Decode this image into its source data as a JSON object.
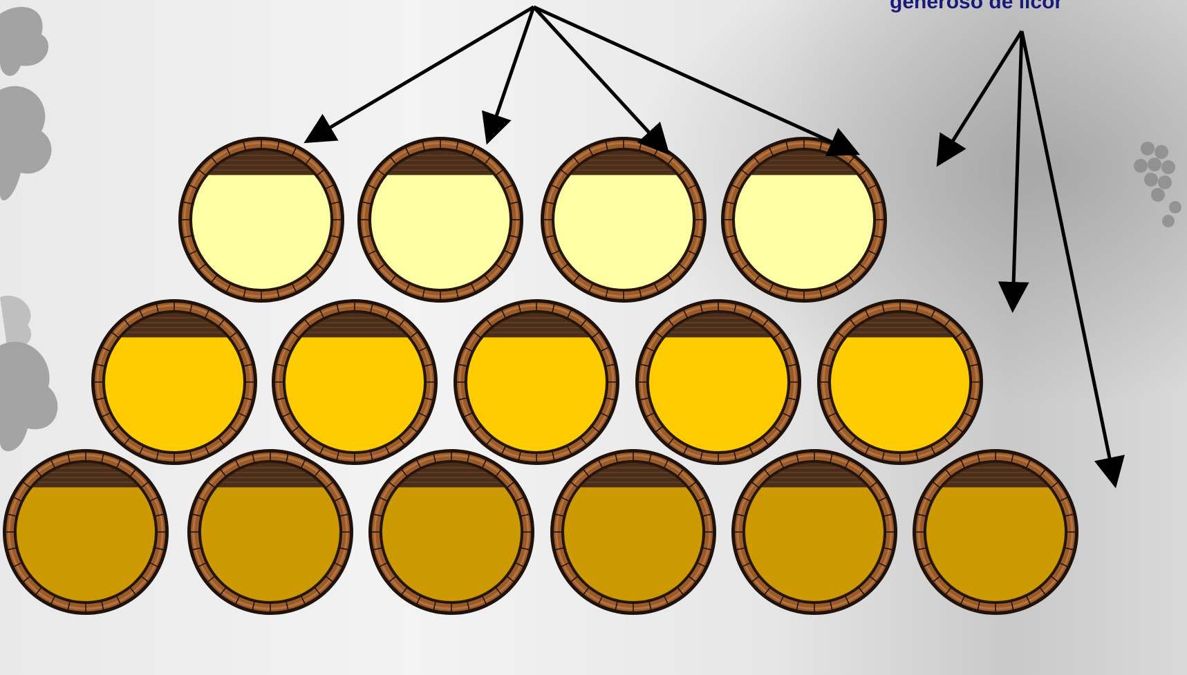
{
  "annotation": {
    "text": "generoso de licor"
  },
  "colors": {
    "label_text": "#1a1a7a",
    "arrow": "#000000",
    "barrel_rim_dark": "#1e120a",
    "barrel_wood": "#9a5a2a",
    "barrel_wood_light": "#c8854a",
    "barrel_interior_dark": "#4a2e1a",
    "background": "#eeeeee"
  },
  "barrel_rows": [
    {
      "row": "top",
      "count": 4,
      "liquid_color": "#ffffa6",
      "liquid_level": 0.82
    },
    {
      "row": "middle",
      "count": 5,
      "liquid_color": "#ffcc00",
      "liquid_level": 0.82
    },
    {
      "row": "bottom",
      "count": 6,
      "liquid_color": "#cc9900",
      "liquid_level": 0.82
    }
  ],
  "icons": {
    "barrel": "barrel-icon",
    "arrow": "arrow-icon",
    "leaf": "vine-leaf-icon"
  }
}
